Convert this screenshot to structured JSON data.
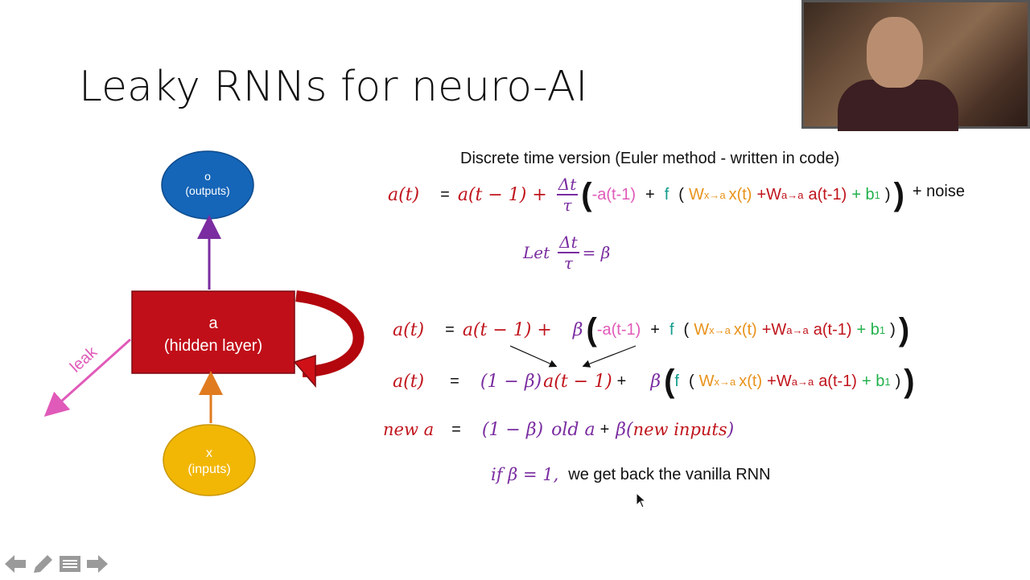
{
  "slide": {
    "title": "Leaky RNNs for neuro-AI",
    "diagram": {
      "output_node": {
        "line1": "o",
        "line2": "(outputs)"
      },
      "hidden_node": {
        "line1": "a",
        "line2": "(hidden layer)"
      },
      "input_node": {
        "line1": "x",
        "line2": "(inputs)"
      },
      "leak_label": "leak"
    },
    "equations": {
      "heading": "Discrete time version (Euler method - written in code)",
      "eq1": {
        "lhs": "a(t)",
        "eq": "=",
        "term1": "a(t − 1) +",
        "num": "Δt",
        "den": "τ",
        "neg": "-a(t-1)",
        "plus1": "+",
        "f": "f",
        "open": "(",
        "wx": "W",
        "wx_sub": "x→a",
        "xt": "x(t)",
        "wa": "+W",
        "wa_sub": "a→a",
        "at1": "a(t-1)",
        "b": "+ b",
        "b_sub": "1",
        "close": ")",
        "noise": "+ noise"
      },
      "let": {
        "word": "Let",
        "num": "Δt",
        "den": "τ",
        "rhs": "= β"
      },
      "eq2": {
        "lhs": "a(t)",
        "eq": "=",
        "term1": "a(t − 1) +",
        "beta": "β",
        "neg": "-a(t-1)",
        "plus1": "+",
        "f": "f"
      },
      "eq3": {
        "lhs": "a(t)",
        "eq": "=",
        "coef": "(1 − β)",
        "term": "a(t − 1)",
        "plus": "+",
        "beta": "β",
        "f": "f"
      },
      "eq4": {
        "lhs": "new a",
        "eq": "=",
        "coef": "(1 − β)",
        "term": "old a",
        "plus": "+",
        "beta": "β(",
        "inputs": "new inputs",
        "close": ")"
      },
      "note": {
        "cond": "if β = 1,",
        "text": "we get back the vanilla RNN"
      }
    }
  },
  "colors": {
    "output_node": "#1565b8",
    "hidden_node": "#c00f19",
    "input_node": "#f2b705",
    "leak": "#e05ab9",
    "up_arrow": "#7a2ca0",
    "input_arrow": "#e07b1f"
  },
  "toolbar": {
    "icons": [
      "arrow-left-icon",
      "pen-icon",
      "menu-icon",
      "arrow-right-icon"
    ]
  }
}
